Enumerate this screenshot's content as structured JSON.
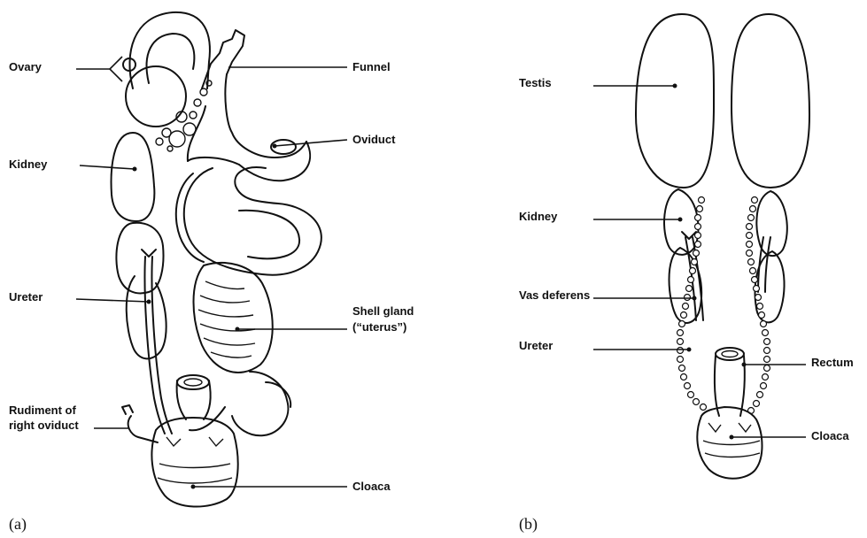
{
  "panel_a": {
    "tag": "(a)",
    "labels": {
      "ovary": "Ovary",
      "funnel": "Funnel",
      "kidney": "Kidney",
      "oviduct": "Oviduct",
      "ureter": "Ureter",
      "shell_gland_1": "Shell gland",
      "shell_gland_2": "(“uterus”)",
      "rudiment_1": "Rudiment of",
      "rudiment_2": "right oviduct",
      "cloaca": "Cloaca"
    }
  },
  "panel_b": {
    "tag": "(b)",
    "labels": {
      "testis": "Testis",
      "kidney": "Kidney",
      "vas_deferens": "Vas deferens",
      "ureter": "Ureter",
      "rectum": "Rectum",
      "cloaca": "Cloaca"
    }
  }
}
